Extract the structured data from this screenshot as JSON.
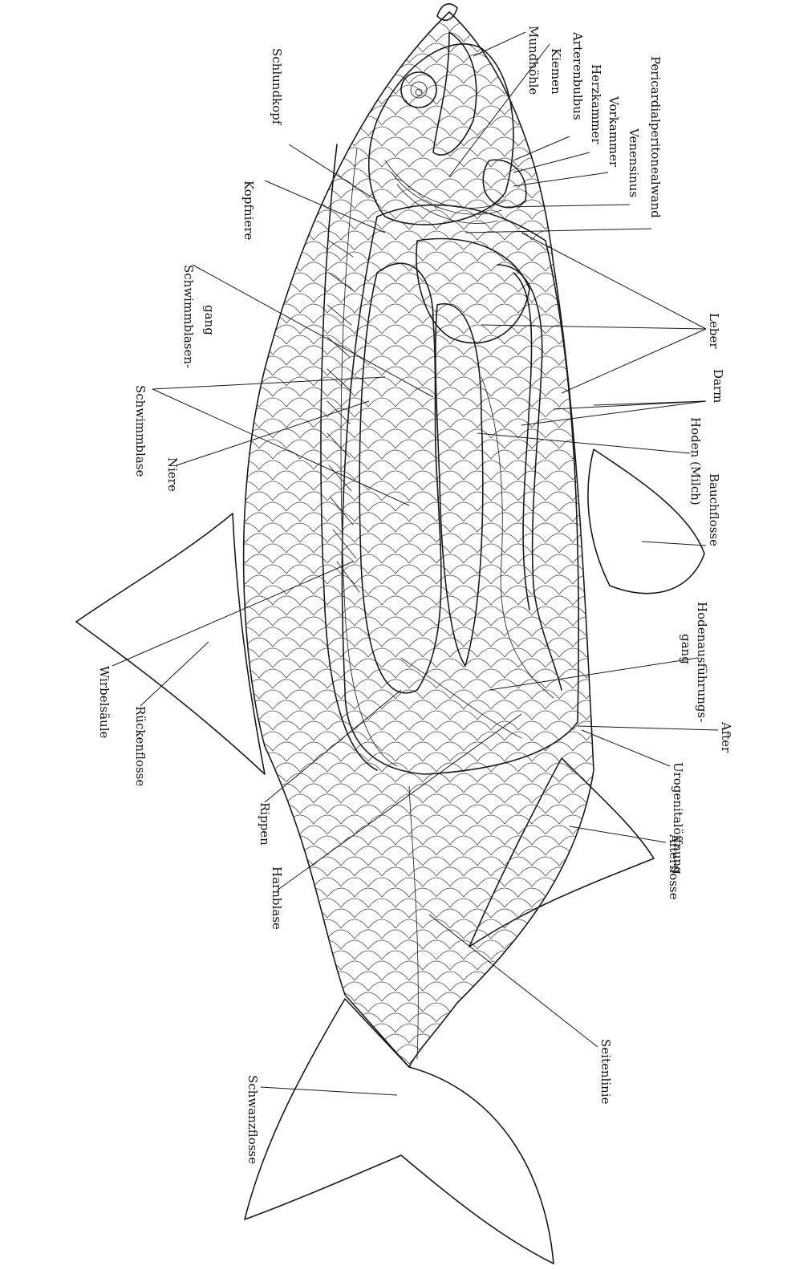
{
  "figure": {
    "labels": [
      "Mundhöhle",
      "Kiemen",
      "Arterenbulbus",
      "Herzkammer",
      "Vorkammer",
      "Venensinus",
      "Pericardialperitonealwand",
      "Schlundkopf",
      "Kopfniere",
      "Schwimmblasen-",
      "gang",
      "Leber",
      "Darm",
      "Schwimmblase",
      "Niere",
      "Hoden (Milch)",
      "Bauchflosse",
      "Hodenausführungs-",
      "gang",
      "Wirbelsäule",
      "Rückenflosse",
      "Rippen",
      "After",
      "Urogenitalöffnung",
      "Harnblase",
      "Afterflosse",
      "Seitenlinie",
      "Schwanzflosse"
    ]
  }
}
